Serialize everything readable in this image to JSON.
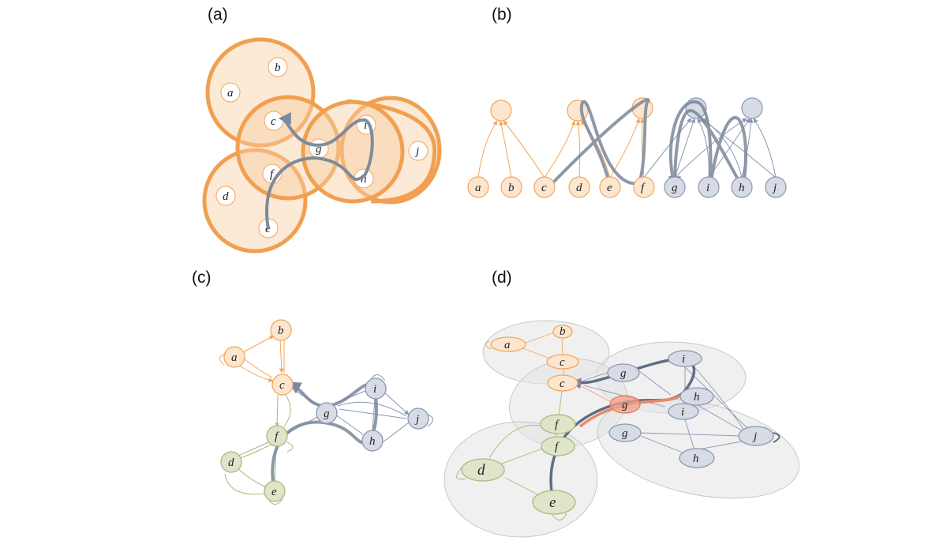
{
  "panels": [
    {
      "id": "a",
      "label": "(a)"
    },
    {
      "id": "b",
      "label": "(b)"
    },
    {
      "id": "c",
      "label": "(c)"
    },
    {
      "id": "d",
      "label": "(d)"
    }
  ],
  "nodes": [
    "a",
    "b",
    "c",
    "d",
    "e",
    "f",
    "g",
    "h",
    "i",
    "j"
  ],
  "colors": {
    "orange": "#f2a65a",
    "orange_fill": "#fbdcbd",
    "orange_node": "#fde6cf",
    "blue": "#8a96b0",
    "blue_node": "#d7dbe6",
    "green": "#a9b87a",
    "green_node": "#dfe5c9",
    "grey_region": "#e6e6e6",
    "red_node": "#f2a08a",
    "path_dark": "#6f7f95"
  }
}
